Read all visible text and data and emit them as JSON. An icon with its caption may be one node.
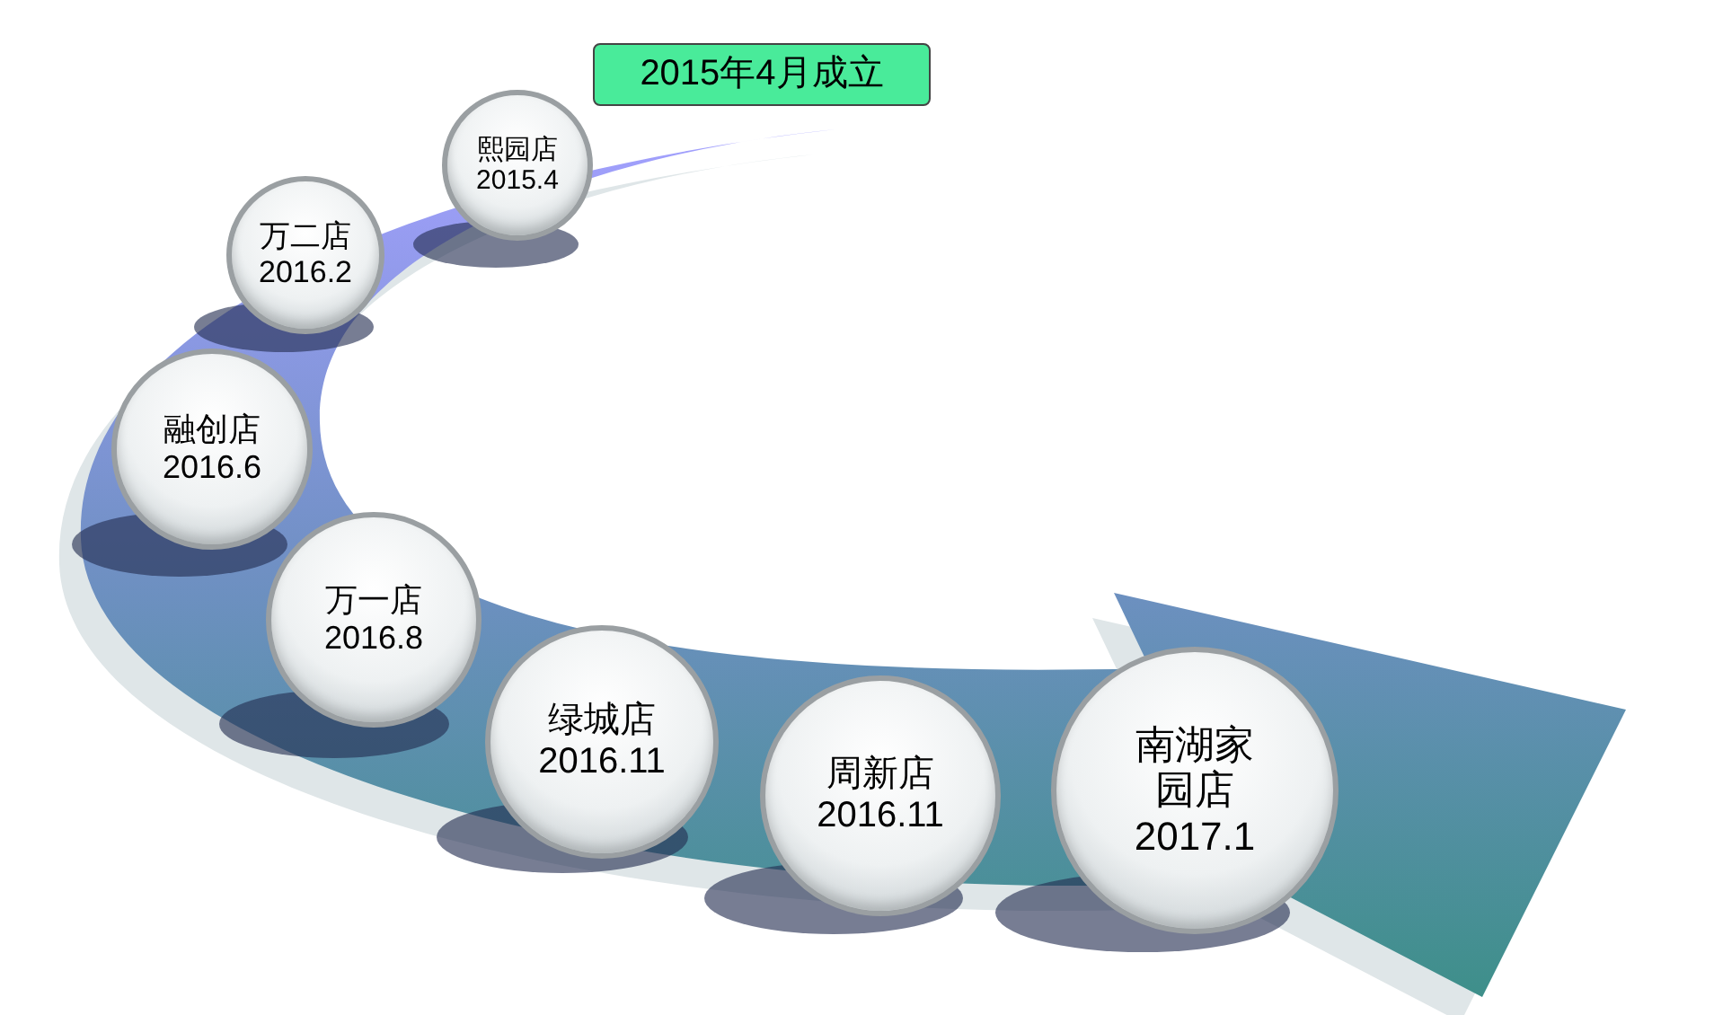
{
  "diagram": {
    "nodes": [
      {
        "text": [
          "2015年4月成立"
        ]
      },
      {
        "text": [
          "熙园店",
          "2015.4"
        ]
      },
      {
        "text": [
          "万二店",
          "2016.2"
        ]
      },
      {
        "text": [
          "融创店",
          "2016.6"
        ]
      },
      {
        "text": [
          "万一店",
          "2016.8"
        ]
      },
      {
        "text": [
          "绿城店",
          "2016.11"
        ]
      },
      {
        "text": [
          "周新店",
          "2016.11"
        ]
      },
      {
        "text": [
          "南湖家园店",
          "2017.1"
        ]
      }
    ]
  }
}
